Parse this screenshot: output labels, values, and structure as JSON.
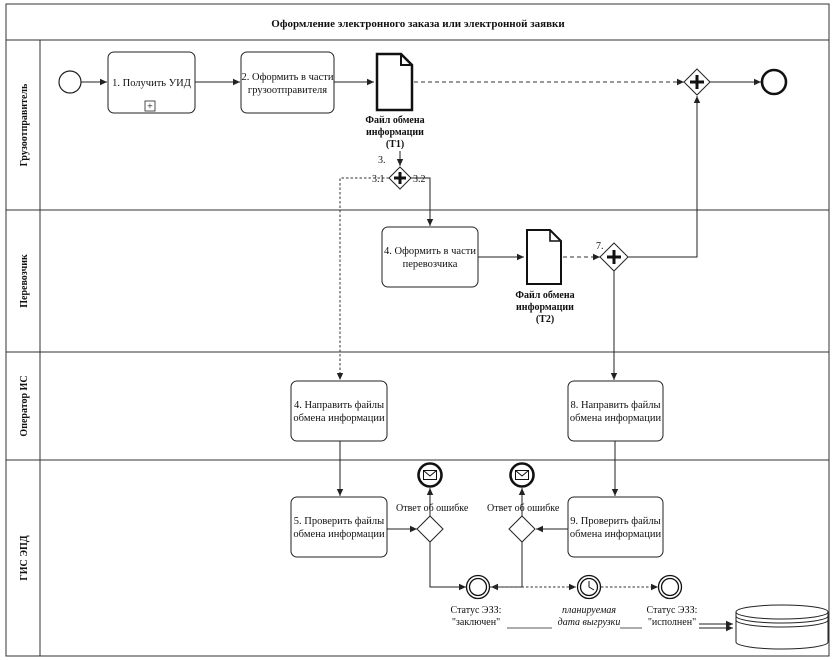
{
  "title": "Оформление электронного заказа или электронной заявки",
  "lanes": [
    "Грузоотправитель",
    "Перевозчик",
    "Оператор ИС",
    "ГИС ЭПД"
  ],
  "tasks": [
    [
      "1. Получить УИД"
    ],
    [
      "2. Оформить в части",
      "грузоотправителя"
    ],
    [
      "4. Оформить в части",
      "перевозчика"
    ],
    [
      "4. Направить файлы",
      "обмена информации"
    ],
    [
      "8. Направить файлы",
      "обмена информации"
    ],
    [
      "5. Проверить файлы",
      "обмена информации"
    ],
    [
      "9. Проверить файлы",
      "обмена информации"
    ]
  ],
  "subprocess_marker": "+",
  "docs": [
    [
      "Файл обмена",
      "информации",
      "(Т1)"
    ],
    [
      "Файл обмена",
      "информации",
      "(Т2)"
    ]
  ],
  "gateway_labels": [
    "3.",
    "3.1",
    "3.2",
    "7."
  ],
  "error_labels": [
    "Ответ об ошибке",
    "Ответ об ошибке"
  ],
  "events": [
    [
      "Статус ЭЗЗ:",
      "\"заключен\""
    ],
    [
      "планируемая",
      "дата выгрузки"
    ],
    [
      "Статус ЭЗЗ:",
      "\"исполнен\""
    ]
  ]
}
